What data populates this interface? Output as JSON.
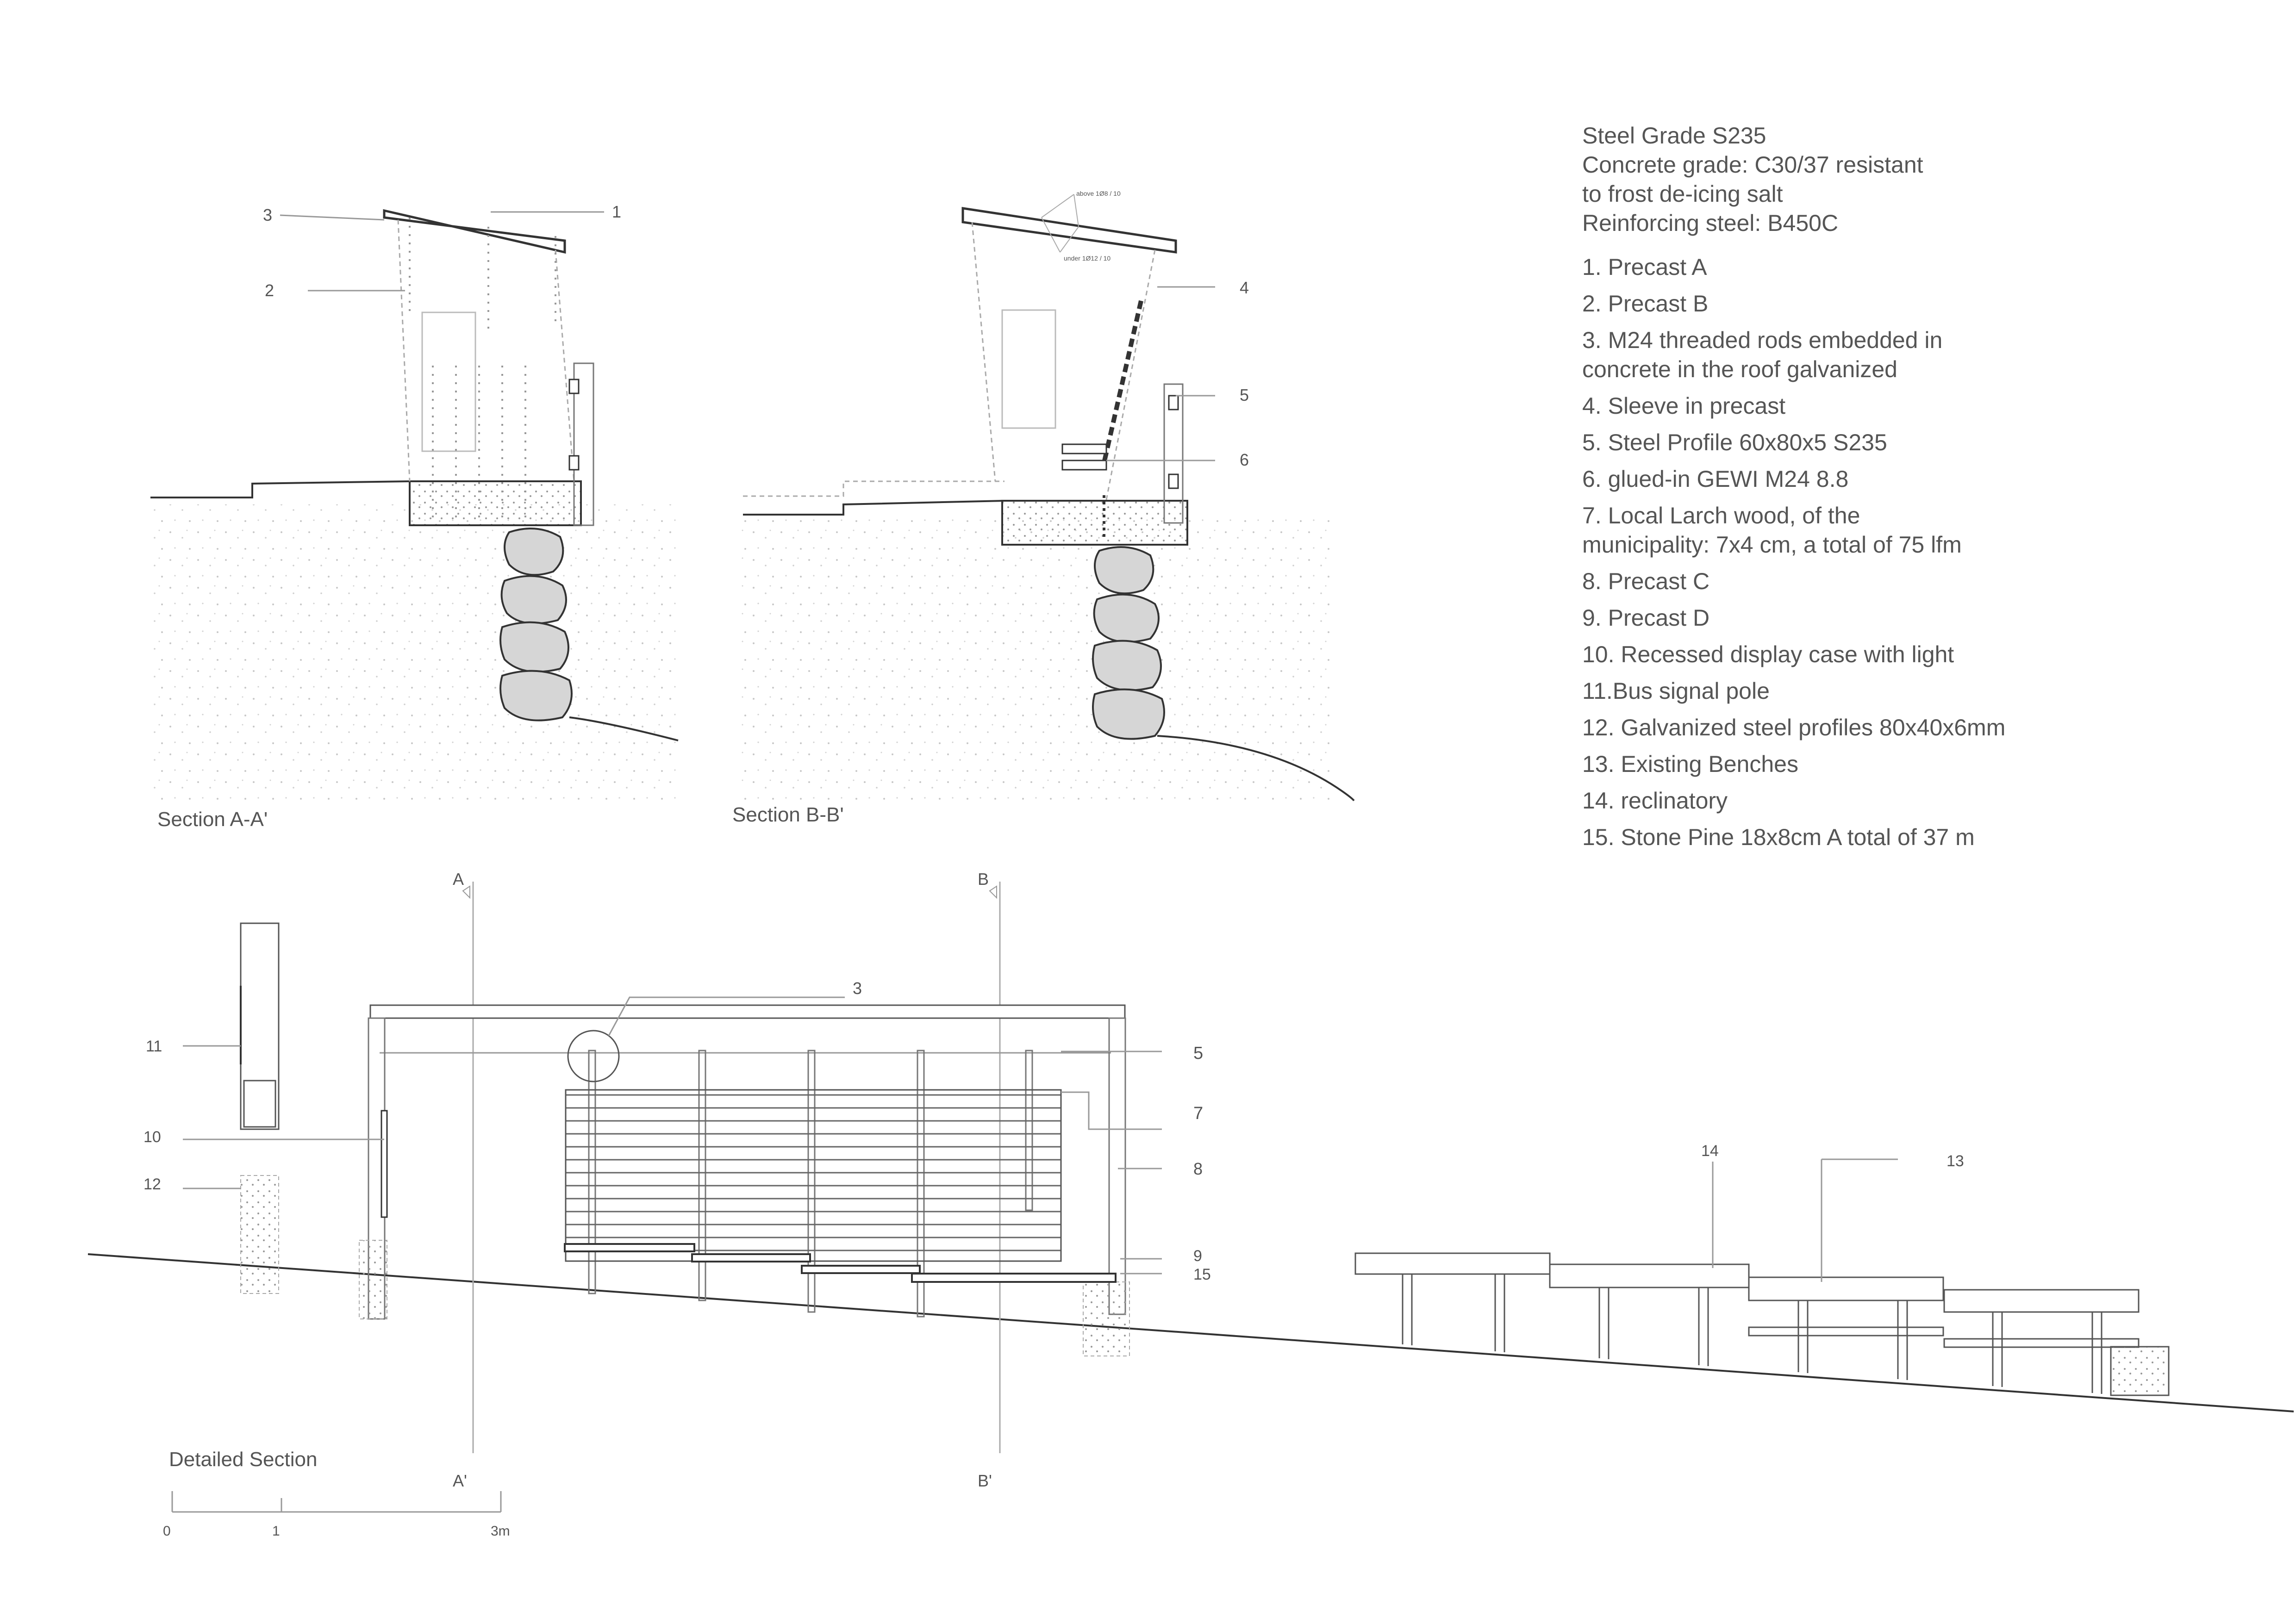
{
  "specs": [
    "Steel Grade S235",
    "Concrete grade: C30/37 resistant",
    "to frost de-icing salt",
    "Reinforcing steel: B450C"
  ],
  "legend": [
    {
      "text": "1. Precast A"
    },
    {
      "text": "2. Precast B"
    },
    {
      "text": "3. M24 threaded rods embedded in",
      "text2": "concrete in the roof galvanized"
    },
    {
      "text": "4. Sleeve in precast"
    },
    {
      "text": "5. Steel Profile 60x80x5 S235"
    },
    {
      "text": "6. glued-in GEWI M24 8.8"
    },
    {
      "text": "7. Local Larch wood, of the",
      "text2": "municipality: 7x4 cm, a total of 75 lfm"
    },
    {
      "text": "8. Precast C"
    },
    {
      "text": "9. Precast D"
    },
    {
      "text": "10. Recessed display case with light"
    },
    {
      "text": "11.Bus signal pole"
    },
    {
      "text": "12. Galvanized steel profiles  80x40x6mm"
    },
    {
      "text": "13. Existing Benches"
    },
    {
      "text": "14. reclinatory"
    },
    {
      "text": "15. Stone Pine 18x8cm A total of 37 m"
    }
  ],
  "section_a": {
    "title": "Section A-A'",
    "callouts": [
      "1",
      "2",
      "3"
    ]
  },
  "section_b": {
    "title": "Section B-B'",
    "callouts": [
      "4",
      "5",
      "6"
    ],
    "rebar_above": "above 1Ø8 / 10",
    "rebar_under": "under 1Ø12 / 10"
  },
  "detailed_section": {
    "title": "Detailed Section",
    "cut_a_top": "A",
    "cut_a_bottom": "A'",
    "cut_b_top": "B",
    "cut_b_bottom": "B'",
    "callouts": [
      "3",
      "5",
      "7",
      "8",
      "9",
      "15",
      "10",
      "11",
      "12",
      "13",
      "14"
    ]
  },
  "scale_bar": {
    "labels": [
      "0",
      "1",
      "3m"
    ]
  },
  "colors": {
    "line": "#333333",
    "light_line": "#999999",
    "rock_fill": "#d6d6d6",
    "text": "#555555"
  }
}
